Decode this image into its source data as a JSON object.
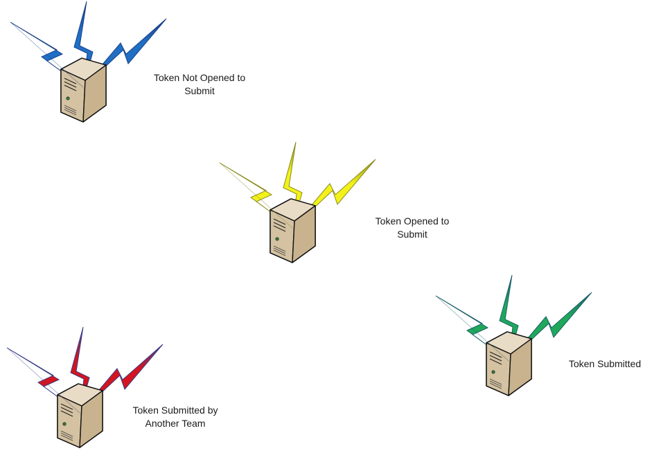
{
  "diagram": {
    "nodes": [
      {
        "id": "not-opened",
        "label_lines": [
          "Token Not Opened to",
          "Submit"
        ],
        "bolt_color": "#1f6fc4",
        "bolt_dark": "#1a3f8a"
      },
      {
        "id": "opened",
        "label_lines": [
          "Token Opened to",
          "Submit"
        ],
        "bolt_color": "#f2f21a",
        "bolt_dark": "#8a8a20"
      },
      {
        "id": "submitted",
        "label_lines": [
          "Token Submitted"
        ],
        "bolt_color": "#1fa85a",
        "bolt_dark": "#1a5f6a"
      },
      {
        "id": "submitted-other",
        "label_lines": [
          "Token Submitted by",
          "Another Team"
        ],
        "bolt_color": "#d4141e",
        "bolt_dark": "#3a3f8a"
      }
    ]
  },
  "icons": {
    "server": "server-tower-icon",
    "signal": "lightning-signal-icon"
  }
}
